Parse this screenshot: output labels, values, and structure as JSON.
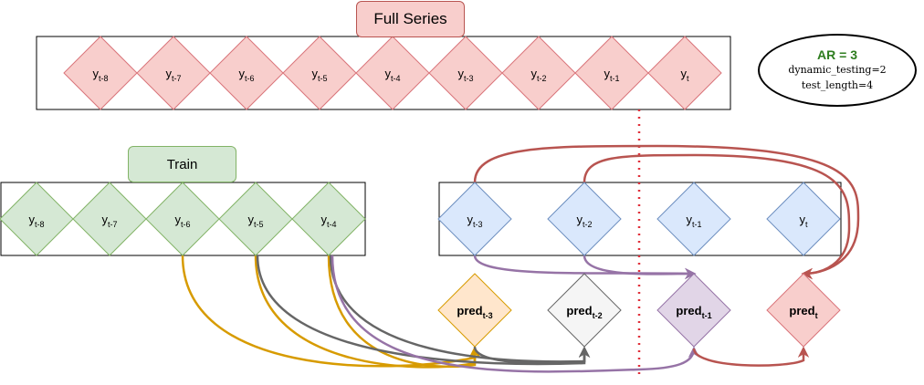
{
  "titles": {
    "full_series": "Full Series",
    "train": "Train"
  },
  "info": {
    "ar": "AR = 3",
    "dynamic_testing": "dynamic_testing=2",
    "test_length": "test_length=4"
  },
  "full_series": [
    {
      "base": "y",
      "sub": "t-8"
    },
    {
      "base": "y",
      "sub": "t-7"
    },
    {
      "base": "y",
      "sub": "t-6"
    },
    {
      "base": "y",
      "sub": "t-5"
    },
    {
      "base": "y",
      "sub": "t-4"
    },
    {
      "base": "y",
      "sub": "t-3"
    },
    {
      "base": "y",
      "sub": "t-2"
    },
    {
      "base": "y",
      "sub": "t-1"
    },
    {
      "base": "y",
      "sub": "t"
    }
  ],
  "train": [
    {
      "base": "y",
      "sub": "t-8"
    },
    {
      "base": "y",
      "sub": "t-7"
    },
    {
      "base": "y",
      "sub": "t-6"
    },
    {
      "base": "y",
      "sub": "t-5"
    },
    {
      "base": "y",
      "sub": "t-4"
    }
  ],
  "test": [
    {
      "base": "y",
      "sub": "t-3"
    },
    {
      "base": "y",
      "sub": "t-2"
    },
    {
      "base": "y",
      "sub": "t-1"
    },
    {
      "base": "y",
      "sub": "t"
    }
  ],
  "preds": [
    {
      "base": "pred",
      "sub": "t-3"
    },
    {
      "base": "pred",
      "sub": "t-2"
    },
    {
      "base": "pred",
      "sub": "t-1"
    },
    {
      "base": "pred",
      "sub": "t"
    }
  ],
  "colors": {
    "red_fill": "#f8cecc",
    "red_stroke": "#d9747a",
    "green_fill": "#d5e8d4",
    "green_stroke": "#82b366",
    "blue_fill": "#dae8fc",
    "blue_stroke": "#6c8ebf",
    "orange_fill": "#ffe6cc",
    "orange_stroke": "#d79b00",
    "grey_fill": "#f5f5f5",
    "grey_stroke": "#666666",
    "purple_fill": "#e1d5e7",
    "purple_stroke": "#9673a6",
    "arrow_orange": "#d79b00",
    "arrow_grey": "#666666",
    "arrow_purple": "#9673a6",
    "arrow_red": "#b85450",
    "divider": "#e0303a"
  }
}
